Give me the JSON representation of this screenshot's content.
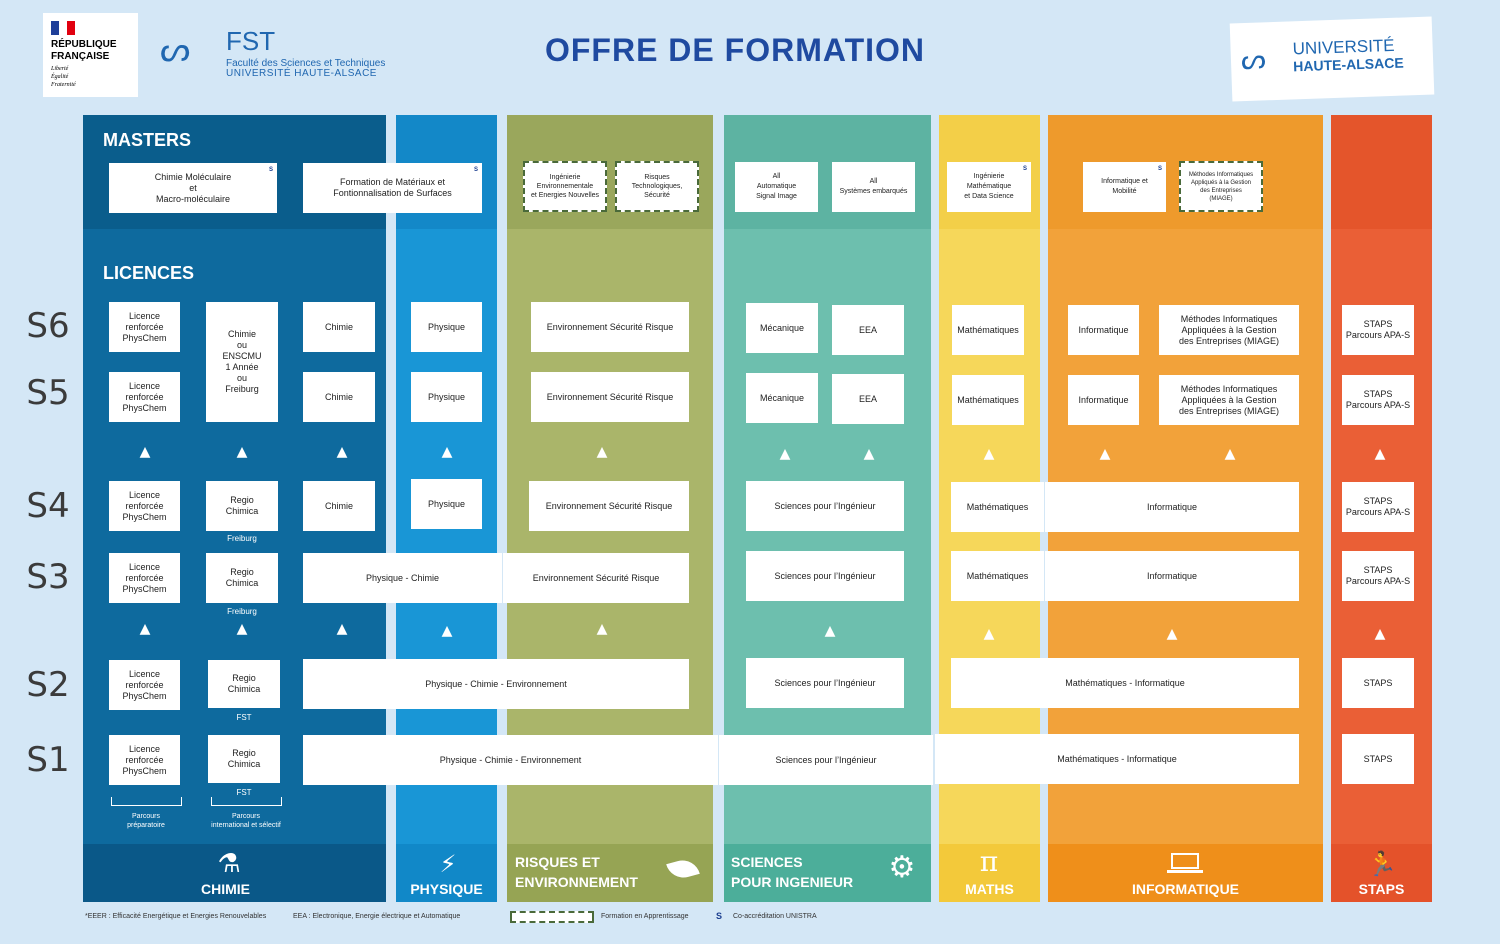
{
  "header": {
    "title": "OFFRE DE FORMATION",
    "rf_line1": "RÉPUBLIQUE",
    "rf_line2": "FRANÇAISE",
    "rf_motto": "Liberté\nÉgalité\nFraternité",
    "fst_logo": "FST",
    "fst_line1": "Faculté des Sciences et Techniques",
    "fst_line2": "UNIVERSITÉ HAUTE-ALSACE",
    "uha_line1": "UNIVERSITÉ",
    "uha_line2": "HAUTE-ALSACE"
  },
  "sections": {
    "masters": "MASTERS",
    "licences": "LICENCES"
  },
  "semesters": [
    "S6",
    "S5",
    "S4",
    "S3",
    "S2",
    "S1"
  ],
  "badge": "S",
  "masters": {
    "chimie1": "Chimie Moléculaire\net\nMacro-moléculaire",
    "chimie2": "Formation de Matériaux et\nFontionnalisation de Surfaces",
    "risques1": "Ingénierie\nEnvironnementale\net Energies Nouvelles",
    "risques2": "Risques\nTechnologiques,\nSécurité",
    "spi1": "All\nAutomatique\nSignal Image",
    "spi2": "All\nSystèmes embarqués",
    "maths1": "Ingénierie\nMathématique\net Data Science",
    "info1": "Informatique et\nMobilité",
    "info2": "Méthodes Informatiques\nAppliqués à la Gestion\ndes Entreprises\n(MIAGE)"
  },
  "licences": {
    "lrp": "Licence\nrenforcée\nPhysChem",
    "enscmu": "Chimie\nou\nENSCMU\n1 Année\nou\nFreiburg",
    "regio": "Regio\nChimica",
    "freiburg": "Freiburg",
    "fst": "FST",
    "chimie": "Chimie",
    "physique": "Physique",
    "esr": "Environnement Sécurité Risque",
    "mecanique": "Mécanique",
    "eea": "EEA",
    "spi": "Sciences pour l’Ingénieur",
    "maths": "Mathématiques",
    "info": "Informatique",
    "miage": "Méthodes Informatiques\nAppliquées à la Gestion\ndes Entreprises (MIAGE)",
    "staps_apas": "STAPS\nParcours APA-S",
    "staps": "STAPS",
    "phys_chimie": "Physique - Chimie",
    "pce": "Physique - Chimie - Environnement",
    "math_info": "Mathématiques - Informatique",
    "parcours1": "Parcours\npréparatoire",
    "parcours2": "Parcours\ninternational et sélectif"
  },
  "columns": {
    "chimie": "CHIMIE",
    "physique": "PHYSIQUE",
    "risques": "RISQUES ET\nENVIRONNEMENT",
    "spi": "SCIENCES\nPOUR INGENIEUR",
    "maths": "MATHS",
    "info": "INFORMATIQUE",
    "staps": "STAPS"
  },
  "icons": {
    "chimie": "flask-icon",
    "physique": "lightning-icon",
    "risques": "leaf-icon",
    "spi": "gears-icon",
    "maths": "pi-icon",
    "info": "laptop-icon",
    "staps": "runner-icon"
  },
  "footer": {
    "eeer": "*EEER : Efficacité Energétique et Energies Renouvelables",
    "eea": "EEA : Electronique, Energie électrique et Automatique",
    "apprentissage": "Formation en Apprentissage",
    "unistra": "Co-accréditation UNISTRA"
  },
  "colors": {
    "chimie": "#0e6a9e",
    "physique": "#1996d6",
    "risques": "#aab56a",
    "spi": "#6dbfae",
    "maths": "#f6d75a",
    "info": "#f2a23a",
    "staps": "#ea5f36",
    "title": "#1f4aa0"
  }
}
